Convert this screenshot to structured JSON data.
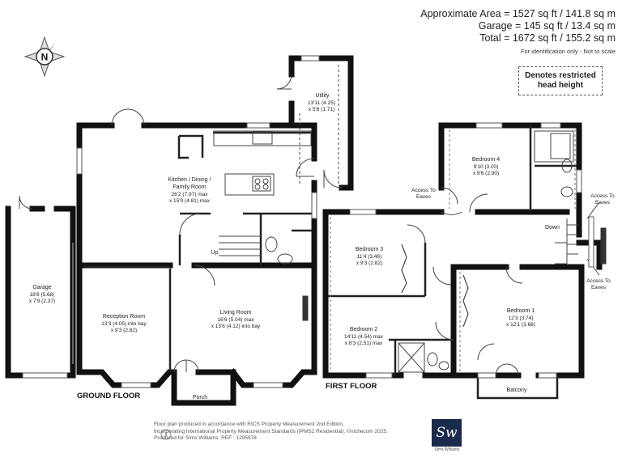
{
  "areas": {
    "approximate": "Approximate Area = 1527 sq ft / 141.8 sq m",
    "garage": "Garage = 145 sq ft / 13.4 sq m",
    "total": "Total = 1672 sq ft / 155.2 sq m",
    "note": "For identification only - Not to scale"
  },
  "restricted_note": "Denotes restricted head height",
  "compass": {
    "label": "N"
  },
  "floors": {
    "ground": "GROUND FLOOR",
    "first": "FIRST FLOOR"
  },
  "rooms": {
    "utility": {
      "name": "Utility",
      "line1": "13'11 (4.25)",
      "line2": "x 5'8 (1.71)"
    },
    "kitchen": {
      "name": "Kitchen / Dining /",
      "name2": "Family Room",
      "line1": "26'2 (7.97) max",
      "line2": "x 15'9 (4.81) max"
    },
    "garage": {
      "name": "Garage",
      "line1": "18'8 (5.68)",
      "line2": "x 7'9 (2.37)"
    },
    "reception": {
      "name": "Reception Room",
      "line1": "13'3 (4.05) into bay",
      "line2": "x 9'3 (2.82)"
    },
    "living": {
      "name": "Living Room",
      "line1": "16'6 (5.04) max",
      "line2": "x 13'6 (4.12) into bay"
    },
    "porch": {
      "name": "Porch"
    },
    "bedroom4": {
      "name": "Bedroom 4",
      "line1": "9'10 (3.00)",
      "line2": "x 9'6 (2.90)"
    },
    "bedroom3": {
      "name": "Bedroom 3",
      "line1": "11'4 (3.46)",
      "line2": "x 9'3 (2.82)"
    },
    "bedroom2": {
      "name": "Bedroom 2",
      "line1": "14'11 (4.54) max",
      "line2": "x 8'3 (2.51) max"
    },
    "bedroom1": {
      "name": "Bedroom 1",
      "line1": "12'3 (3.74)",
      "line2": "x 12'1 (3.68)"
    },
    "balcony": {
      "name": "Balcony"
    }
  },
  "labels": {
    "up": "Up",
    "down": "Down",
    "eaves_top_left": [
      "Access To",
      "Eaves"
    ],
    "eaves_top_right": [
      "Access To",
      "Eaves"
    ],
    "eaves_bottom_right": [
      "Access To",
      "Eaves"
    ]
  },
  "footer": {
    "line1": "Floor plan produced in accordance with RICS Property Measurement 2nd Edition,",
    "line2": "Incorporating International Property Measurement Standards (IPMS2 Residential). ©nichecom 2025.",
    "line3": "Produced for Sims Williams.   REF : 1295978"
  },
  "logo": {
    "mark": "Sw",
    "caption": "Sims Williams"
  }
}
